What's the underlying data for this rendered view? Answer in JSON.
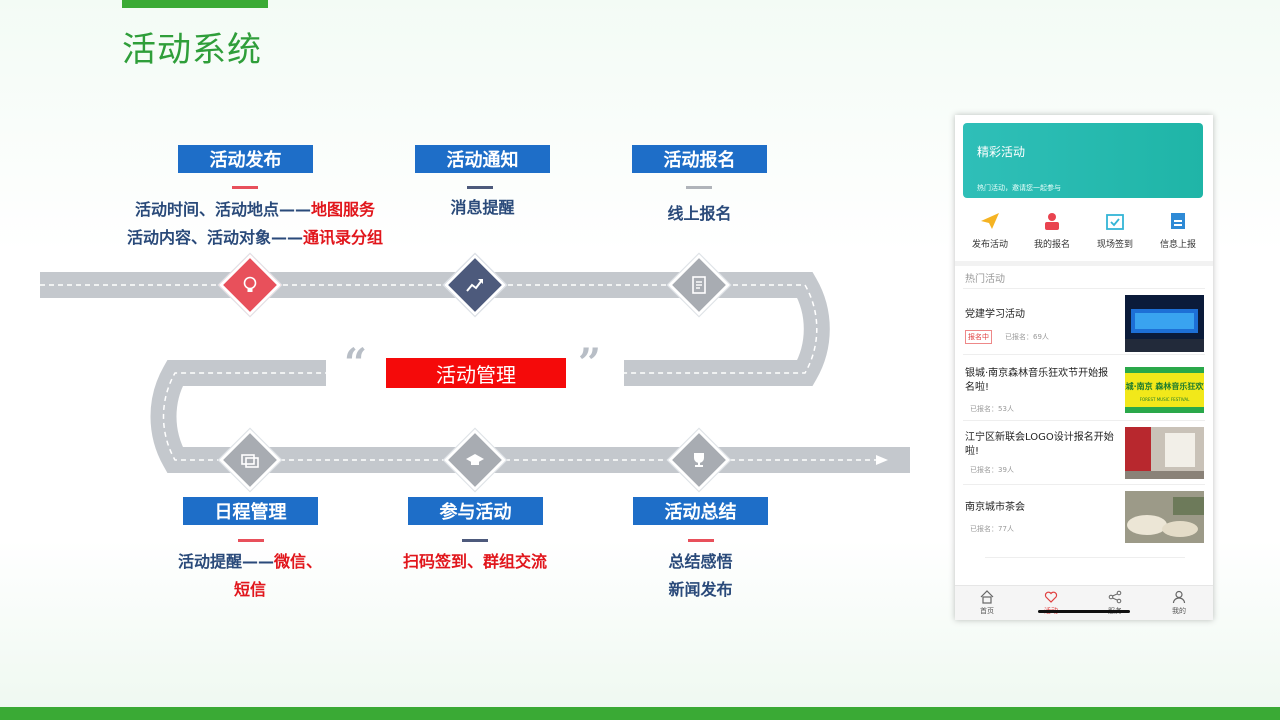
{
  "page": {
    "title": "活动系统"
  },
  "steps": {
    "publish": {
      "label": "活动发布",
      "line1_prefix": "活动时间、活动地点——",
      "line1_hl": "地图服务",
      "line2_prefix": "活动内容、活动对象——",
      "line2_hl": "通讯录分组"
    },
    "notice": {
      "label": "活动通知",
      "desc": "消息提醒"
    },
    "signup": {
      "label": "活动报名",
      "desc": "线上报名"
    },
    "schedule": {
      "label": "日程管理",
      "line1_prefix": "活动提醒——",
      "line1_hl": "微信、",
      "line2_hl": "短信"
    },
    "join": {
      "label": "参与活动",
      "desc": "扫码签到、群组交流"
    },
    "summary": {
      "label": "活动总结",
      "line1": "总结感悟",
      "line2": "新闻发布"
    }
  },
  "center": {
    "label": "活动管理",
    "quote_open": "“",
    "quote_close": "”"
  },
  "colors": {
    "brand_green": "#3aaa35",
    "label_blue": "#1e6ec8",
    "highlight_red": "#e1161c",
    "center_red": "#f50a0a",
    "node_red": "#e8505b",
    "node_navy": "#4d5a7c",
    "node_gray": "#a8acb2"
  },
  "icons": [
    "bulb-icon",
    "chart-icon",
    "document-icon",
    "slides-icon",
    "graduation-cap-icon",
    "trophy-icon"
  ],
  "phone": {
    "banner": {
      "title": "精彩活动",
      "subtitle": "热门活动，邀请您一起参与"
    },
    "quick": [
      {
        "label": "发布活动",
        "icon": "paper-plane-icon",
        "color": "#f5b323"
      },
      {
        "label": "我的报名",
        "icon": "user-badge-icon",
        "color": "#e9434f"
      },
      {
        "label": "现场签到",
        "icon": "calendar-check-icon",
        "color": "#33b5d6"
      },
      {
        "label": "信息上报",
        "icon": "upload-doc-icon",
        "color": "#2e8ad6"
      }
    ],
    "section_title": "热门活动",
    "activities": [
      {
        "title": "党建学习活动",
        "badge": "报名中",
        "count": "已报名：69人"
      },
      {
        "title": "银城·南京森林音乐狂欢节开始报名啦!",
        "count": "已报名：53人",
        "thumb_text": "银城·南京 森林音乐狂欢节",
        "thumb_sub": "FOREST MUSIC FESTIVAL"
      },
      {
        "title": "江宁区新联会LOGO设计报名开始啦!",
        "count": "已报名：39人"
      },
      {
        "title": "南京城市茶会",
        "count": "已报名：77人"
      }
    ],
    "tabs": [
      {
        "label": "首页",
        "icon": "home-icon"
      },
      {
        "label": "活动",
        "icon": "heart-icon",
        "active": true
      },
      {
        "label": "服务",
        "icon": "share-icon"
      },
      {
        "label": "我的",
        "icon": "user-icon"
      }
    ]
  }
}
